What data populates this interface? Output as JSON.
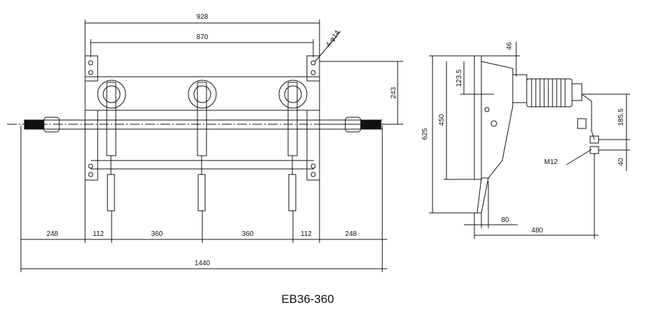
{
  "caption": "EB36-360",
  "front_view": {
    "overall_width": "1440",
    "bolt_span_outer": "928",
    "bolt_span_inner": "870",
    "hole_spec": "4-φ14",
    "mounting_height": "243",
    "segments": [
      "248",
      "112",
      "360",
      "360",
      "112",
      "248"
    ]
  },
  "side_view": {
    "total_height": "625",
    "frame_height": "450",
    "offset_top": "46",
    "insulator_offset": "123.5",
    "terminal_height": "185.5",
    "terminal_spacing": "40",
    "bolt_label": "M12",
    "base_offset": "80",
    "depth": "480"
  }
}
